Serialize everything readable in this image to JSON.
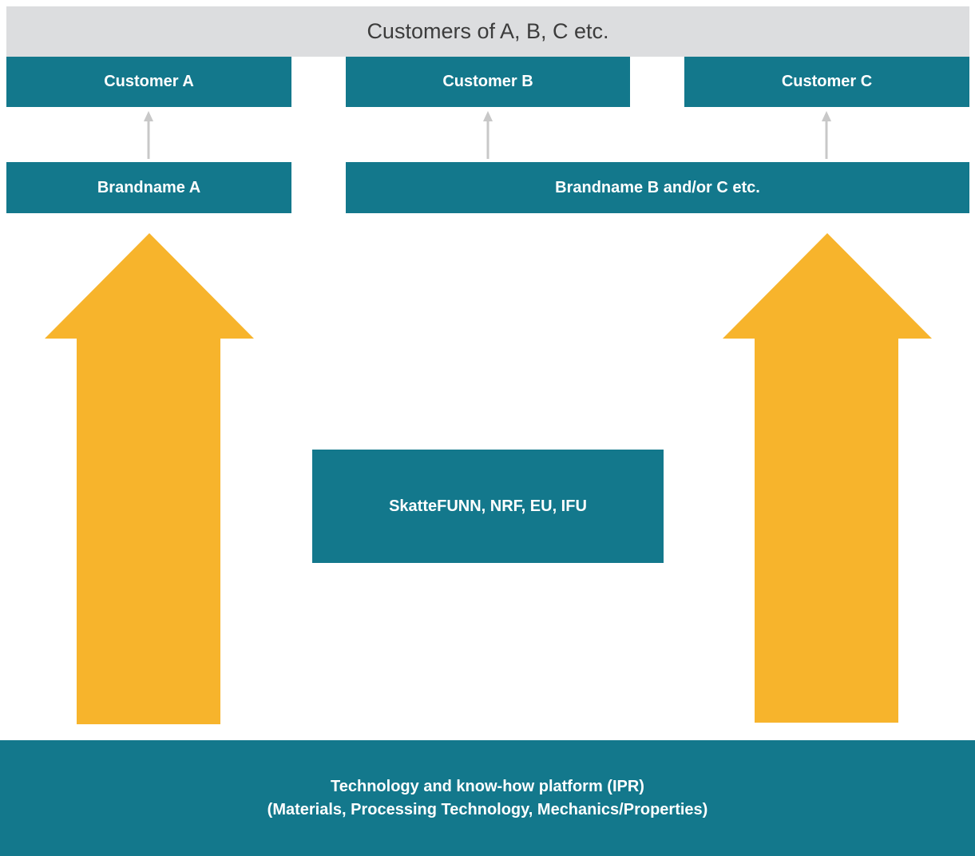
{
  "header": {
    "title": "Customers of A, B, C etc."
  },
  "customers": [
    {
      "label": "Customer A"
    },
    {
      "label": "Customer B"
    },
    {
      "label": "Customer C"
    }
  ],
  "brands": [
    {
      "label": "Brandname A"
    },
    {
      "label": "Brandname B and/or C etc."
    }
  ],
  "funding": {
    "label": "SkatteFUNN, NRF, EU, IFU"
  },
  "platform": {
    "line1": "Technology and know-how platform (IPR)",
    "line2": "(Materials, Processing Technology, Mechanics/Properties)"
  },
  "colors": {
    "teal": "#13788c",
    "header_gray": "#dcdddf",
    "arrow_yellow": "#f7b42c",
    "connector_gray": "#c8c8c8"
  }
}
